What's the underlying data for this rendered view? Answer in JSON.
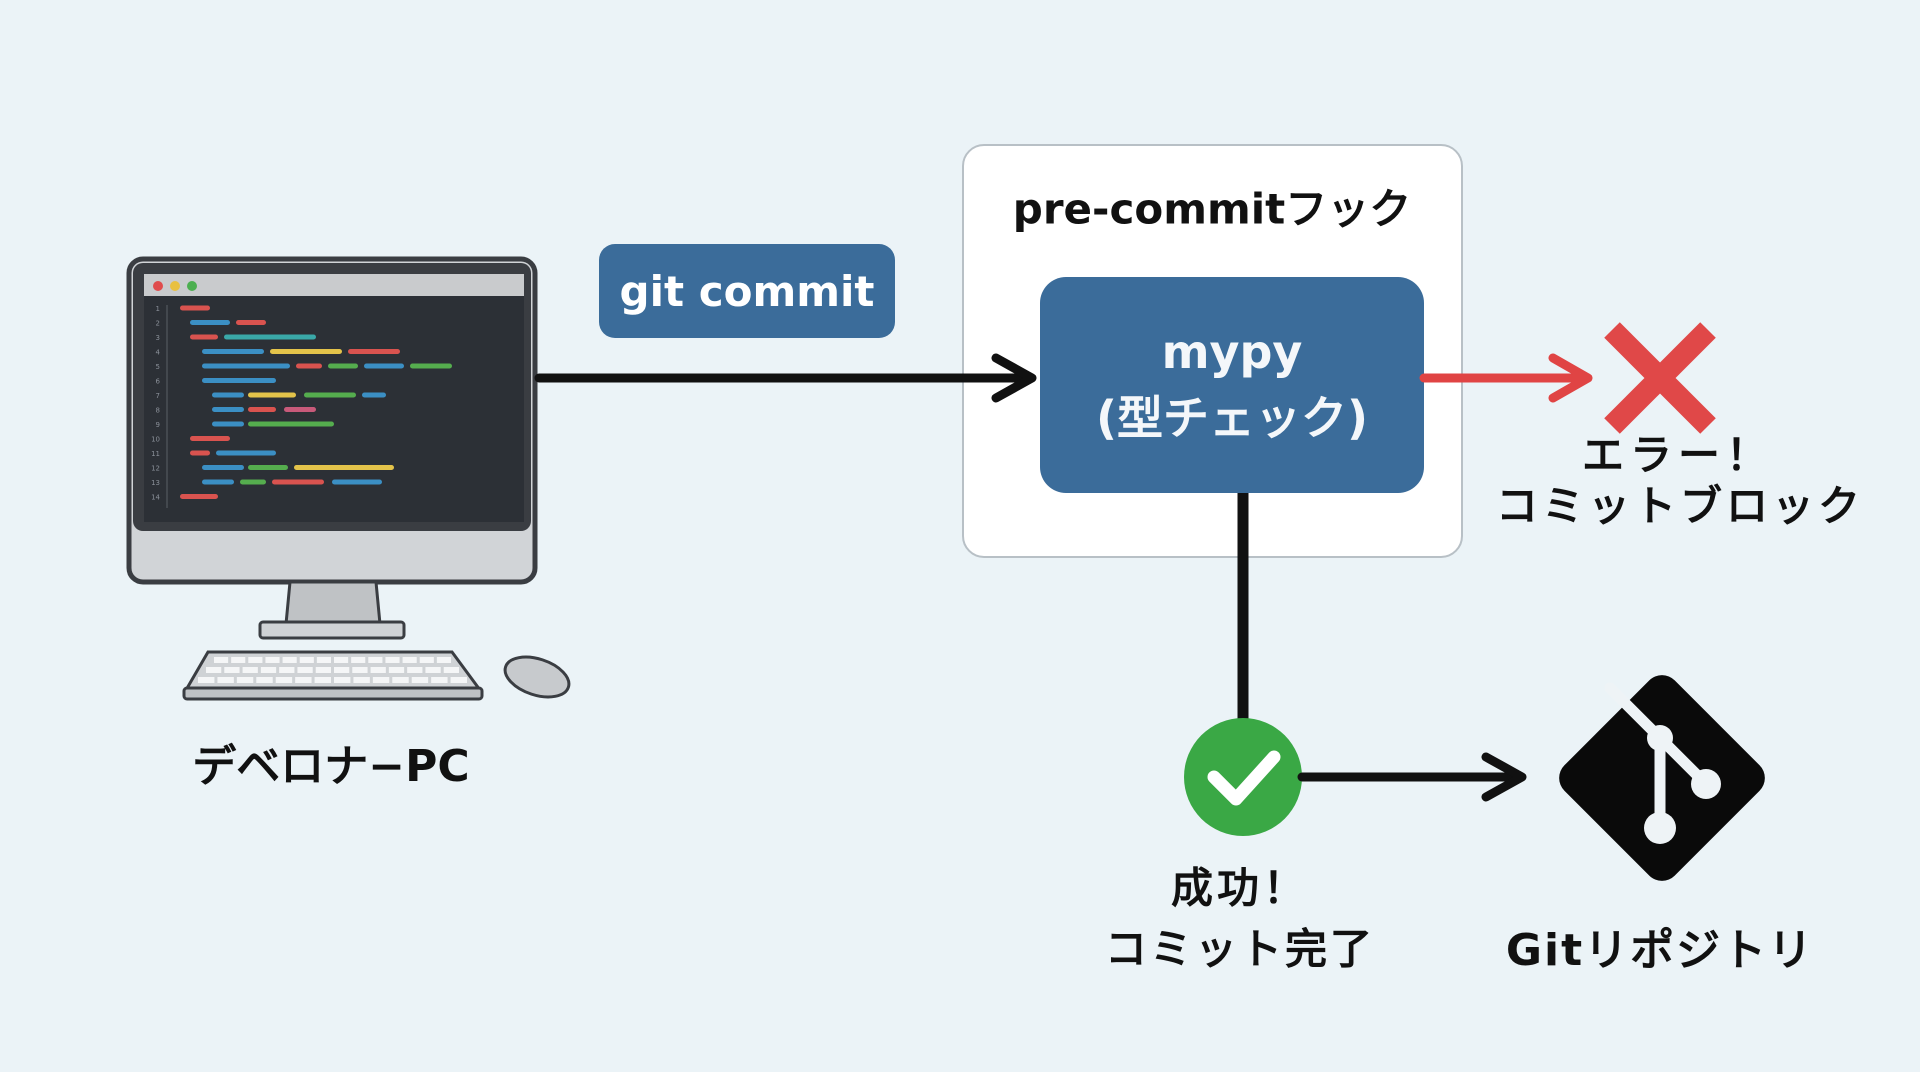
{
  "developer_pc": {
    "label": "デベロナ−PC",
    "icon": "desktop-computer-icon"
  },
  "commit_command": {
    "label": "git commit"
  },
  "hook": {
    "title": "pre-commitフック",
    "checker": {
      "line1": "mypy",
      "line2": "(型チェック)"
    }
  },
  "error": {
    "icon": "red-x-icon",
    "line1": "エラー！",
    "line2": "コミットブロック",
    "color": "#e04444"
  },
  "success": {
    "icon": "green-check-icon",
    "line1": "成功！",
    "line2": "コミット完了",
    "color": "#3aa845"
  },
  "repository": {
    "icon": "git-logo-icon",
    "label": "Gitリポジトリ"
  },
  "colors": {
    "accent": "#3b6c9a",
    "background": "#ebf3f7"
  }
}
